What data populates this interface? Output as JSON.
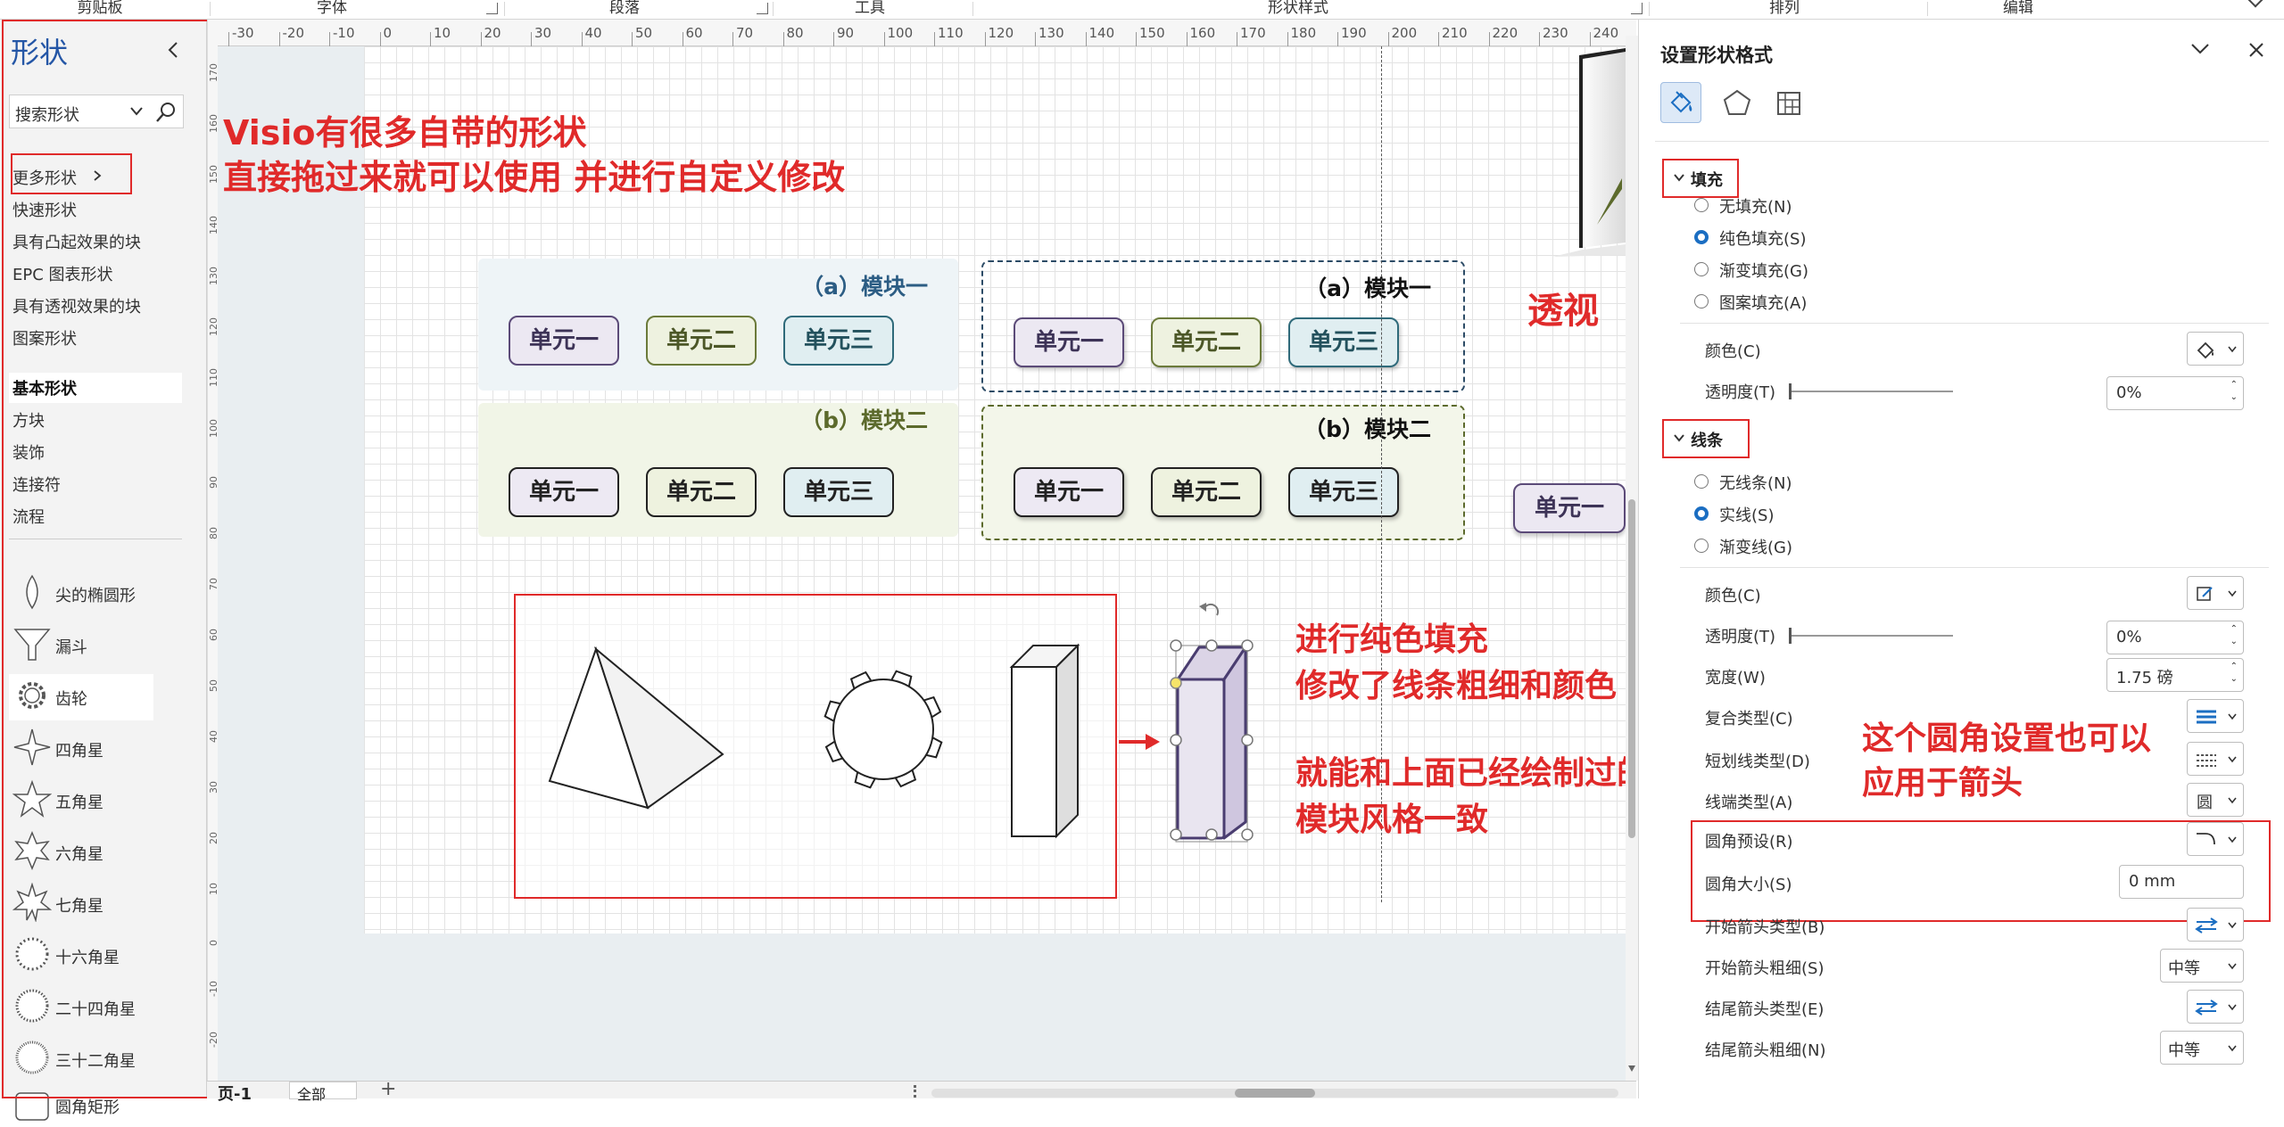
{
  "ribbon": {
    "groups": [
      "剪贴板",
      "字体",
      "段落",
      "工具",
      "形状样式",
      "排列",
      "编辑"
    ]
  },
  "shapes_panel": {
    "title": "形状",
    "search_placeholder": "搜索形状",
    "more_shapes": "更多形状",
    "categories": [
      "快速形状",
      "具有凸起效果的块",
      "EPC 图表形状",
      "具有透视效果的块",
      "图案形状",
      "基本形状",
      "方块",
      "装饰",
      "连接符",
      "流程"
    ],
    "active_category": "基本形状",
    "shapes": [
      "尖的椭圆形",
      "漏斗",
      "齿轮",
      "四角星",
      "五角星",
      "六角星",
      "七角星",
      "十六角星",
      "二十四角星",
      "三十二角星",
      "圆角矩形"
    ]
  },
  "rulers": {
    "h_ticks": [
      "-30",
      "-20",
      "-10",
      "0",
      "10",
      "20",
      "30",
      "40",
      "50",
      "60",
      "70",
      "80",
      "90",
      "100",
      "110",
      "120",
      "130",
      "140",
      "150",
      "160",
      "170",
      "180",
      "190",
      "200",
      "210",
      "220",
      "230",
      "240"
    ],
    "v_ticks": [
      "170",
      "160",
      "150",
      "140",
      "130",
      "120",
      "110",
      "100",
      "90",
      "80",
      "70",
      "60",
      "50",
      "40",
      "30",
      "20",
      "10",
      "0",
      "-10",
      "-20",
      "-30"
    ]
  },
  "canvas": {
    "annotation_top_line1": "Visio有很多自带的形状",
    "annotation_top_line2": "直接拖过来就可以使用 并进行自定义修改",
    "module_a_title": "（a）模块一",
    "module_b_title": "（b）模块二",
    "unit_1": "单元一",
    "unit_2": "单元二",
    "unit_3": "单元三",
    "perspective_label": "透视",
    "note_fill_line1": "进行纯色填充",
    "note_fill_line2": "修改了线条粗细和颜色",
    "note_style_line1": "就能和上面已经绘制过的",
    "note_style_line2": "模块风格一致",
    "note_corner_line1": "这个圆角设置也可以",
    "note_corner_line2": "应用于箭头"
  },
  "bottom_bar": {
    "page_tab": "页-1",
    "all_pages": "全部",
    "add": "+"
  },
  "format_pane": {
    "title": "设置形状格式",
    "fill_section": "填充",
    "fill_options": [
      "无填充(N)",
      "纯色填充(S)",
      "渐变填充(G)",
      "图案填充(A)"
    ],
    "fill_selected": "纯色填充(S)",
    "color_label": "颜色(C)",
    "transparency_label": "透明度(T)",
    "fill_transparency": "0%",
    "line_section": "线条",
    "line_options": [
      "无线条(N)",
      "实线(S)",
      "渐变线(G)"
    ],
    "line_selected": "实线(S)",
    "line_color_label": "颜色(C)",
    "line_transparency_label": "透明度(T)",
    "line_transparency": "0%",
    "width_label": "宽度(W)",
    "width_value": "1.75 磅",
    "compound_label": "复合类型(C)",
    "dash_label": "短划线类型(D)",
    "cap_label": "线端类型(A)",
    "cap_value": "圆",
    "corner_preset_label": "圆角预设(R)",
    "corner_size_label": "圆角大小(S)",
    "corner_size_value": "0 mm",
    "begin_arrow_type_label": "开始箭头类型(B)",
    "begin_arrow_size_label": "开始箭头粗细(S)",
    "begin_arrow_size_value": "中等",
    "end_arrow_type_label": "结尾箭头类型(E)",
    "end_arrow_size_label": "结尾箭头粗细(N)",
    "end_arrow_size_value": "中等"
  },
  "colors": {
    "annotation_red": "#e02a2a",
    "accent_blue": "#1b6ec2",
    "module_a_title": "#2c5d84",
    "module_b_title": "#5c6a2c"
  }
}
